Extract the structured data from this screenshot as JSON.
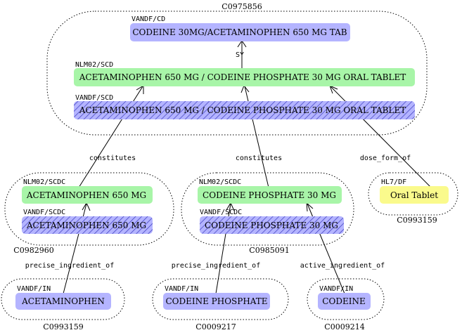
{
  "colors": {
    "vandf_node": "#b4b4ff",
    "nlm_node": "#a8f5a8",
    "hl7_node": "#fafa8c",
    "hatch_stroke": "#3c3cbe"
  },
  "clusters": {
    "top": {
      "id": "C0975856"
    },
    "acet650": {
      "id": "C0982960"
    },
    "codphos30": {
      "id": "C0985091"
    },
    "oral_tablet": {
      "id": "C0993159"
    },
    "acetaminophen_in": {
      "id": "C0993159"
    },
    "codeine_phosphate_in": {
      "id": "C0009217"
    },
    "codeine_in": {
      "id": "C0009214"
    }
  },
  "nodes": {
    "codeine_tab": {
      "source": "VANDF/CD",
      "label": "CODEINE 30MG/ACETAMINOPHEN 650 MG TAB"
    },
    "nlm_scd": {
      "source": "NLM02/SCD",
      "label": "ACETAMINOPHEN 650 MG / CODEINE PHOSPHATE 30 MG ORAL TABLET"
    },
    "vandf_scd": {
      "source": "VANDF/SCD",
      "label": "ACETAMINOPHEN 650 MG / CODEINE PHOSPHATE 30 MG ORAL TABLET"
    },
    "nlm_acet650": {
      "source": "NLM02/SCDC",
      "label": "ACETAMINOPHEN 650 MG"
    },
    "vandf_acet650": {
      "source": "VANDF/SCDC",
      "label": "ACETAMINOPHEN 650 MG"
    },
    "nlm_cod30": {
      "source": "NLM02/SCDC",
      "label": "CODEINE PHOSPHATE 30 MG"
    },
    "vandf_cod30": {
      "source": "VANDF/SCDC",
      "label": "CODEINE PHOSPHATE 30 MG"
    },
    "oral_tablet": {
      "source": "HL7/DF",
      "label": "Oral Tablet"
    },
    "acetaminophen": {
      "source": "VANDF/IN",
      "label": "ACETAMINOPHEN"
    },
    "codeine_phosphate": {
      "source": "VANDF/IN",
      "label": "CODEINE PHOSPHATE"
    },
    "codeine": {
      "source": "VANDF/IN",
      "label": "CODEINE"
    }
  },
  "edges": {
    "sy": "SY",
    "constitutes_1": "constitutes",
    "constitutes_2": "constitutes",
    "dose_form_of": "dose_form_of",
    "precise_ingredient_of_1": "precise_ingredient_of",
    "precise_ingredient_of_2": "precise_ingredient_of",
    "active_ingredient_of": "active_ingredient_of"
  }
}
